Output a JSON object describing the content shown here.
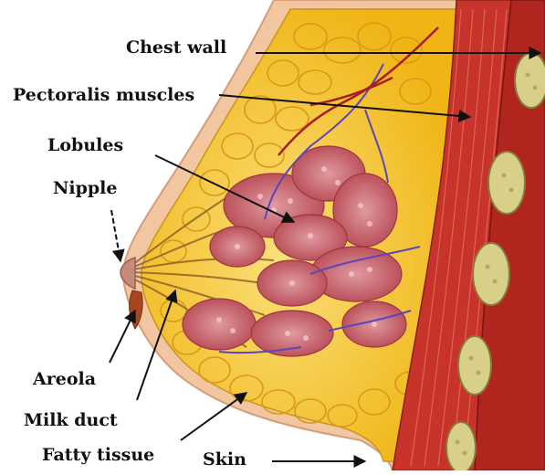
{
  "labels": {
    "chest_wall": "Chest wall",
    "pectoralis_muscles": "Pectoralis muscles",
    "lobules": "Lobules",
    "nipple": "Nipple",
    "areola": "Areola",
    "milk_duct": "Milk duct",
    "fatty_tissue": "Fatty tissue",
    "skin": "Skin"
  },
  "colors": {
    "skin": "#f2c6a0",
    "fat": "#f3c21e",
    "muscle": "#c8332b",
    "lobule": "#c25a62",
    "vein": "#5a47b8",
    "artery": "#a61e1e",
    "rib": "#d8cf88",
    "label": "#111111"
  }
}
